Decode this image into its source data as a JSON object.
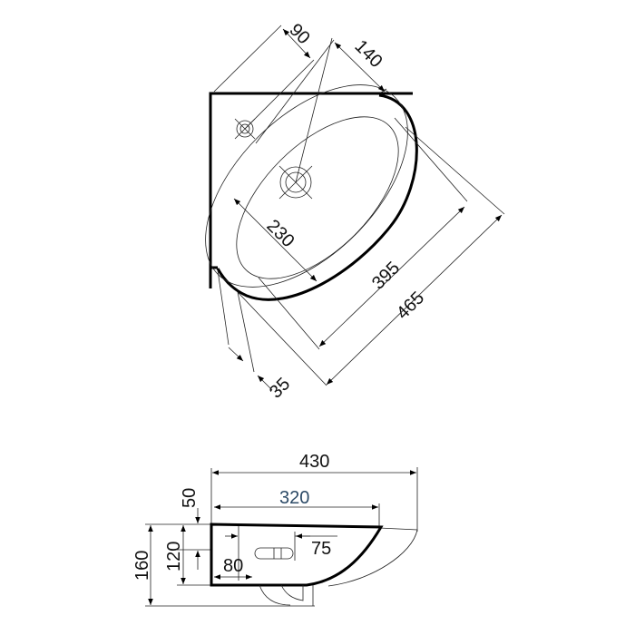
{
  "title": "Corner washbasin dimension drawing",
  "top_view": {
    "dims": {
      "d90": "90",
      "d140": "140",
      "d230": "230",
      "d395": "395",
      "d465": "465",
      "d35": "35"
    }
  },
  "side_view": {
    "dims": {
      "d430": "430",
      "d320": "320",
      "d50": "50",
      "d120": "120",
      "d160": "160",
      "d80": "80",
      "d75": "75"
    }
  },
  "colors": {
    "line": "#000000",
    "dim_320": "#2c4a66"
  }
}
